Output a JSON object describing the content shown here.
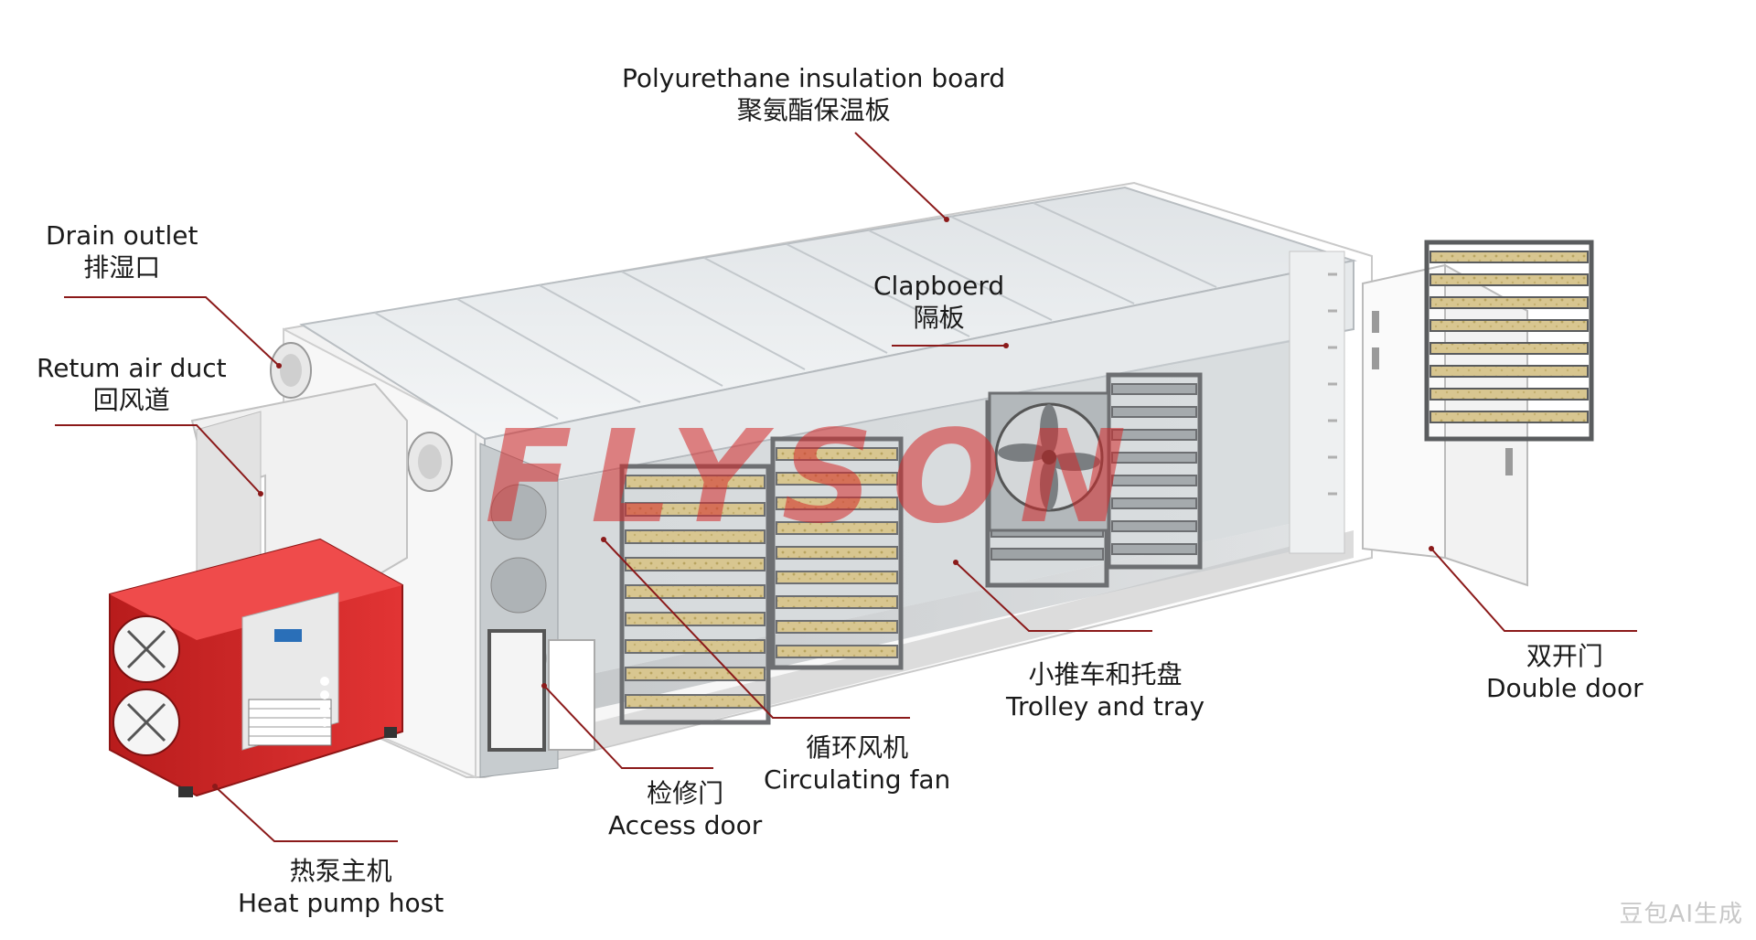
{
  "labels": {
    "polyurethane": {
      "en": "Polyurethane insulation board",
      "zh": "聚氨酯保温板"
    },
    "drain": {
      "en": "Drain outlet",
      "zh": "排湿口"
    },
    "return_air": {
      "en": "Retum air duct",
      "zh": "回风道"
    },
    "clapboard": {
      "en": "Clapboerd",
      "zh": "隔板"
    },
    "trolley": {
      "zh": "小推车和托盘",
      "en": "Trolley and tray"
    },
    "double_door": {
      "zh": "双开门",
      "en": "Double door"
    },
    "fan": {
      "zh": "循环风机",
      "en": "Circulating fan"
    },
    "access": {
      "zh": "检修门",
      "en": "Access door"
    },
    "heat_pump": {
      "zh": "热泵主机",
      "en": "Heat pump host"
    }
  },
  "logo_text": "FLYSON",
  "watermark": "豆包AI生成",
  "colors": {
    "accent": "#d42a2a",
    "leader": "#8b1a1a",
    "cabinet": "#e03030"
  }
}
